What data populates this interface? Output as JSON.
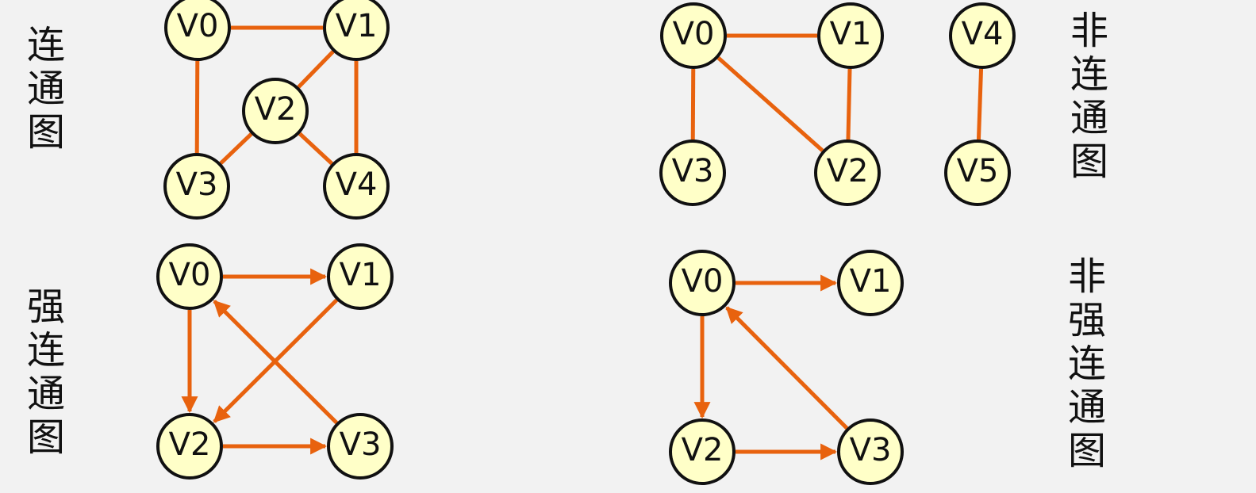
{
  "style": {
    "background": "#f2f2f2",
    "node_fill": "#ffffc8",
    "node_stroke": "#111111",
    "edge_color": "#e8620e"
  },
  "diagrams": [
    {
      "id": "connected",
      "caption": "连通图",
      "directed": false,
      "nodes": [
        {
          "id": "V0",
          "label": "V0"
        },
        {
          "id": "V1",
          "label": "V1"
        },
        {
          "id": "V2",
          "label": "V2"
        },
        {
          "id": "V3",
          "label": "V3"
        },
        {
          "id": "V4",
          "label": "V4"
        }
      ],
      "edges": [
        {
          "from": "V0",
          "to": "V1"
        },
        {
          "from": "V0",
          "to": "V3"
        },
        {
          "from": "V1",
          "to": "V2"
        },
        {
          "from": "V1",
          "to": "V4"
        },
        {
          "from": "V2",
          "to": "V3"
        },
        {
          "from": "V2",
          "to": "V4"
        }
      ]
    },
    {
      "id": "disconnected",
      "caption": "非连通图",
      "directed": false,
      "nodes": [
        {
          "id": "V0",
          "label": "V0"
        },
        {
          "id": "V1",
          "label": "V1"
        },
        {
          "id": "V2",
          "label": "V2"
        },
        {
          "id": "V3",
          "label": "V3"
        },
        {
          "id": "V4",
          "label": "V4"
        },
        {
          "id": "V5",
          "label": "V5"
        }
      ],
      "edges": [
        {
          "from": "V0",
          "to": "V1"
        },
        {
          "from": "V0",
          "to": "V3"
        },
        {
          "from": "V0",
          "to": "V2"
        },
        {
          "from": "V1",
          "to": "V2"
        },
        {
          "from": "V4",
          "to": "V5"
        }
      ]
    },
    {
      "id": "strongly-connected",
      "caption": "强连通图",
      "directed": true,
      "nodes": [
        {
          "id": "V0",
          "label": "V0"
        },
        {
          "id": "V1",
          "label": "V1"
        },
        {
          "id": "V2",
          "label": "V2"
        },
        {
          "id": "V3",
          "label": "V3"
        }
      ],
      "edges": [
        {
          "from": "V0",
          "to": "V1"
        },
        {
          "from": "V0",
          "to": "V2"
        },
        {
          "from": "V1",
          "to": "V2"
        },
        {
          "from": "V2",
          "to": "V3"
        },
        {
          "from": "V3",
          "to": "V0"
        }
      ]
    },
    {
      "id": "not-strongly-connected",
      "caption": "非强连通图",
      "directed": true,
      "nodes": [
        {
          "id": "V0",
          "label": "V0"
        },
        {
          "id": "V1",
          "label": "V1"
        },
        {
          "id": "V2",
          "label": "V2"
        },
        {
          "id": "V3",
          "label": "V3"
        }
      ],
      "edges": [
        {
          "from": "V0",
          "to": "V1"
        },
        {
          "from": "V0",
          "to": "V2"
        },
        {
          "from": "V2",
          "to": "V3"
        },
        {
          "from": "V3",
          "to": "V0"
        }
      ]
    }
  ]
}
